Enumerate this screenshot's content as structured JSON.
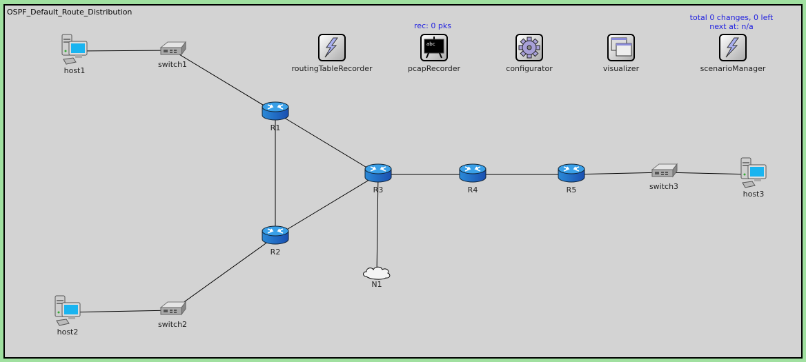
{
  "network": {
    "title": "OSPF_Default_Route_Distribution"
  },
  "modules": {
    "routingTableRecorder": {
      "label": "routingTableRecorder",
      "icon": "lightning-icon"
    },
    "pcapRecorder": {
      "label": "pcapRecorder",
      "icon": "blackboard-icon",
      "status": "rec: 0 pks",
      "icon_text": "abc"
    },
    "configurator": {
      "label": "configurator",
      "icon": "gear-icon"
    },
    "visualizer": {
      "label": "visualizer",
      "icon": "windows-icon"
    },
    "scenarioManager": {
      "label": "scenarioManager",
      "icon": "lightning-icon",
      "status_line1": "total 0 changes, 0 left",
      "status_line2": "next at: n/a"
    }
  },
  "nodes": {
    "host1": {
      "label": "host1",
      "type": "host"
    },
    "host2": {
      "label": "host2",
      "type": "host"
    },
    "host3": {
      "label": "host3",
      "type": "host"
    },
    "switch1": {
      "label": "switch1",
      "type": "switch"
    },
    "switch2": {
      "label": "switch2",
      "type": "switch"
    },
    "switch3": {
      "label": "switch3",
      "type": "switch"
    },
    "R1": {
      "label": "R1",
      "type": "router"
    },
    "R2": {
      "label": "R2",
      "type": "router"
    },
    "R3": {
      "label": "R3",
      "type": "router"
    },
    "R4": {
      "label": "R4",
      "type": "router"
    },
    "R5": {
      "label": "R5",
      "type": "router"
    },
    "N1": {
      "label": "N1",
      "type": "cloud"
    }
  },
  "links": [
    [
      "host1",
      "switch1"
    ],
    [
      "switch1",
      "R1"
    ],
    [
      "R1",
      "R3"
    ],
    [
      "R1",
      "R2"
    ],
    [
      "R2",
      "R3"
    ],
    [
      "R2",
      "switch2"
    ],
    [
      "switch2",
      "host2"
    ],
    [
      "R3",
      "R4"
    ],
    [
      "R4",
      "R5"
    ],
    [
      "R5",
      "switch3"
    ],
    [
      "switch3",
      "host3"
    ],
    [
      "R3",
      "N1"
    ]
  ],
  "colors": {
    "status_text": "#2020e0",
    "router": "#1a6fc0",
    "canvas": "#d3d3d3"
  }
}
